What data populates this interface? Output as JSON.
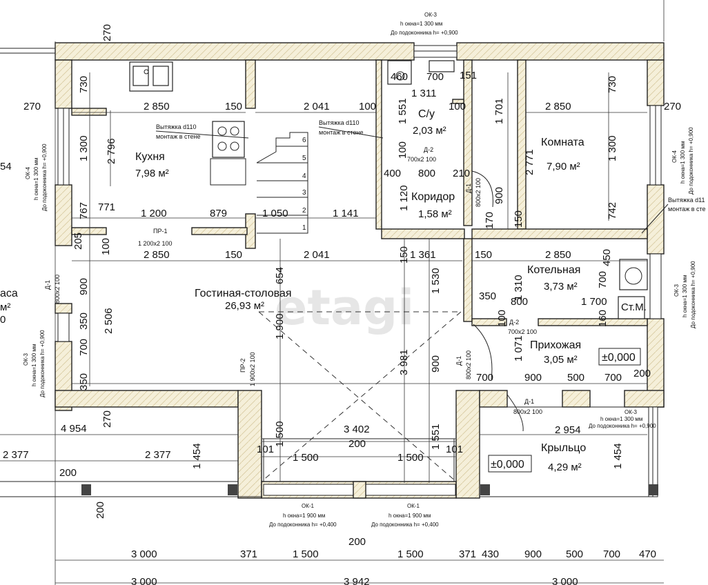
{
  "watermark": "etagi",
  "rooms": {
    "kitchen": {
      "name": "Кухня",
      "area": "7,98 м²"
    },
    "wc": {
      "name": "С/у",
      "area": "2,03 м²"
    },
    "room": {
      "name": "Комната",
      "area": "7,90 м²"
    },
    "corridor": {
      "name": "Коридор",
      "area": "1,58 м²"
    },
    "living": {
      "name": "Гостиная-столовая",
      "area": "26,93 м²"
    },
    "boiler": {
      "name": "Котельная",
      "area": "3,73 м²"
    },
    "hall": {
      "name": "Прихожая",
      "area": "3,05 м²"
    },
    "porch": {
      "name": "Крыльцо",
      "area": "4,29 м²"
    },
    "terrace_fragment": {
      "name": "аса",
      "area": "м²"
    }
  },
  "level_marks": {
    "hall": "±0,000",
    "porch": "±0,000"
  },
  "ventilation": {
    "kitchen": {
      "line1": "Вытяжка d110",
      "line2": "монтаж в стене"
    },
    "living": {
      "line1": "Вытяжка d110",
      "line2": "монтаж в стене"
    },
    "right": {
      "line1": "Вытяжка d11",
      "line2": "монтаж в сте"
    }
  },
  "windows": {
    "top": {
      "code": "ОК-3",
      "h": "h окна=1 300 мм",
      "sill": "До подоконника h= +0,900"
    },
    "bottom_left": {
      "code": "ОК-1",
      "h": "h окна=1 900 мм",
      "sill": "До подоконника h= +0,400"
    },
    "bottom_right": {
      "code": "ОК-1",
      "h": "h окна=1 900 мм",
      "sill": "До подоконника h= +0,400"
    },
    "left_top": {
      "code": "ОК-4",
      "h": "h окна=1 300 мм",
      "sill": "До подоконника h= +0,900"
    },
    "left_bottom": {
      "code": "ОК-3",
      "h": "h окна=1 300 мм",
      "sill": "До подоконника h= +0,900"
    },
    "right_top": {
      "code": "ОК-4",
      "h": "h окна=1 300 мм",
      "sill": "До подоконника h= +0,900"
    },
    "right_mid": {
      "code": "ОК-3",
      "h": "h окна=1 300 мм",
      "sill": "До подоконника h= +0,900"
    },
    "porch": {
      "code": "ОК-3",
      "h": "h окна=1 300 мм",
      "sill": "До подоконника h= +0,900"
    }
  },
  "doors": {
    "pr1": {
      "code": "ПР-1",
      "size": "1 200x2 100"
    },
    "pr2": {
      "code": "ПР-2",
      "size": "1 900x2 100"
    },
    "d2_wc": {
      "code": "Д-2",
      "size": "700x2 100"
    },
    "d1_corr": {
      "code": "Д-1",
      "size": "800x2 100"
    },
    "d2_boiler": {
      "code": "Д-2",
      "size": "700x2 100"
    },
    "d1_hall": {
      "code": "Д-1",
      "size": "800x2 100"
    },
    "d1_porch": {
      "code": "Д-1",
      "size": "800x2 100"
    },
    "d1_left": {
      "code": "Д-1",
      "size": "800x2 100"
    }
  },
  "fixtures": {
    "boiler_label": "Ст.М."
  },
  "stairs": [
    "1",
    "2",
    "3",
    "4",
    "5",
    "6"
  ],
  "dims": {
    "d_top_270": "270",
    "d_730_l": "730",
    "d_270_l": "270",
    "d_1300_l": "1 300",
    "d_2796": "2 796",
    "d_767": "767",
    "d_771": "771",
    "d_205": "205",
    "d_100_l": "100",
    "d_900_l": "900",
    "d_350_l": "350",
    "d_2506": "2 506",
    "d_700_l": "700",
    "d_350_l2": "350",
    "d_270_bot": "270",
    "d_2850_k": "2 850",
    "d_150_k": "150",
    "d_2041_t": "2 041",
    "d_100_t": "100",
    "d_1200": "1 200",
    "d_879": "879",
    "d_1050": "1 050",
    "d_1141": "1 141",
    "d_2850_m": "2 850",
    "d_150_m": "150",
    "d_654": "654",
    "d_2041_m": "2 041",
    "d_460": "460",
    "d_700_wc": "700",
    "d_151": "151",
    "d_1311": "1 311",
    "d_1551_wc": "1 551",
    "d_100_wc": "100",
    "d_100_wc2": "100",
    "d_400": "400",
    "d_800_c": "800",
    "d_210": "210",
    "d_1120": "1 120",
    "d_900_c": "900",
    "d_170": "170",
    "d_150_c": "150",
    "d_1701": "1 701",
    "d_2771": "2 771",
    "d_2850_r": "2 850",
    "d_730_r": "730",
    "d_1300_r": "1 300",
    "d_742": "742",
    "d_270_r": "270",
    "d_150_lv": "150",
    "d_1361": "1 361",
    "d_1530": "1 530",
    "d_3981": "3 981",
    "d_900_lv": "900",
    "d_1551_lv": "1 551",
    "d_1900": "1 900",
    "d_150_b": "150",
    "d_2850_b": "2 850",
    "d_450": "450",
    "d_1310": "1 310",
    "d_350_b": "350",
    "d_800_b": "800",
    "d_1700": "1 700",
    "d_700_b": "700",
    "d_160": "160",
    "d_100_h": "100",
    "d_1071": "1 071",
    "d_700_h": "700",
    "d_900_h": "900",
    "d_500_h": "500",
    "d_700_h2": "700",
    "d_200_h": "200",
    "d_4954": "4 954",
    "d_2377_a": "2 377",
    "d_2377_b": "2 377",
    "d_1454_l": "1 454",
    "d_200_l": "200",
    "d_200_l2": "200",
    "d_1500_v": "1 500",
    "d_101_l": "101",
    "d_1500_a": "1 500",
    "d_3402": "3 402",
    "d_200_c": "200",
    "d_1500_b": "1 500",
    "d_101_r": "101",
    "d_2954": "2 954",
    "d_1454_r": "1 454",
    "b_3000": "3 000",
    "b_371_l": "371",
    "b_1500_l": "1 500",
    "b_200": "200",
    "b_1500_r": "1 500",
    "b_371_r": "371",
    "b_430": "430",
    "b_900": "900",
    "b_500": "500",
    "b_700": "700",
    "b_470": "470",
    "bb_3000": "3 000",
    "bb_3942": "3 942",
    "bb_3000_r": "3 000",
    "frag_54": "54",
    "frag_0": "0"
  }
}
